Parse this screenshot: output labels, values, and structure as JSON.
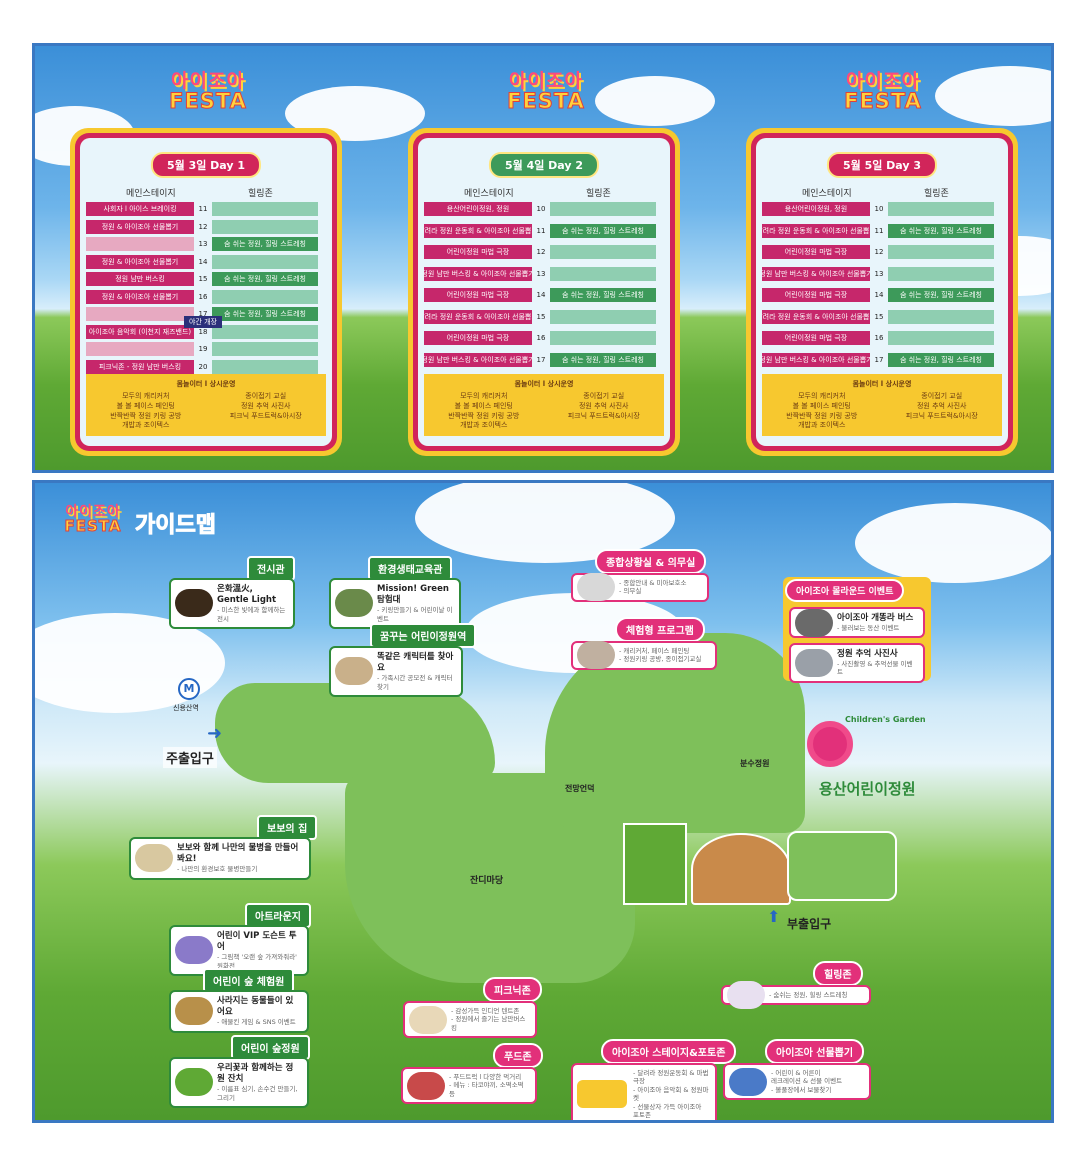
{
  "logo": {
    "line1": "아이조아",
    "line2": "FESTA"
  },
  "days": [
    {
      "title": "5월 3일 Day 1",
      "pill_color": "#d1255a",
      "col_left": "메인스테이지",
      "col_right": "힐링존",
      "rows": [
        {
          "left": "사회자 l 아이스 브레이킹",
          "hour": "11",
          "right": ""
        },
        {
          "left": "정원 & 아이조아 선물뽑기",
          "hour": "12",
          "right": ""
        },
        {
          "left": "",
          "hour": "13",
          "right": "숨 쉬는 정원, 힐링 스트레칭"
        },
        {
          "left": "정원 & 아이조아 선물뽑기",
          "hour": "14",
          "right": ""
        },
        {
          "left": "정원 남만 버스킹",
          "hour": "15",
          "right": "숨 쉬는 정원, 힐링 스트레칭"
        },
        {
          "left": "정원 & 아이조아 선물뽑기",
          "hour": "16",
          "right": ""
        },
        {
          "left": "",
          "hour": "17",
          "right": "숨 쉬는 정원, 힐링 스트레칭"
        },
        {
          "left": "아이조아 음악회 (이천지 재즈밴드)",
          "hour": "18",
          "right": ""
        },
        {
          "left": "",
          "hour": "19",
          "right": ""
        },
        {
          "left": "피크닉존 - 정원 남만 버스킹",
          "hour": "20",
          "right": ""
        }
      ],
      "night_badge": "야간 개장",
      "always_title": "몸놀이터 l 상시운영",
      "always_left": [
        "모두의 캐리커처",
        "볼 볼 페이스 페인팅",
        "반짝반짝 정원 키링 공방",
        "개밥과 조이텍스"
      ],
      "always_right": [
        "종이접기 교실",
        "정원 추억 사진사",
        "피크닉 푸드트럭&아시장"
      ]
    },
    {
      "title": "5월 4일 Day 2",
      "pill_color": "#3d9a5a",
      "col_left": "메인스테이지",
      "col_right": "힐링존",
      "rows": [
        {
          "left": "용산어린이정원, 정원",
          "hour": "10",
          "right": ""
        },
        {
          "left": "달려라 정원 운동회 & 아이조아 선물뽑기",
          "hour": "11",
          "right": "숨 쉬는 정원, 힐링 스트레칭"
        },
        {
          "left": "어린이정원 마법 극장",
          "hour": "12",
          "right": ""
        },
        {
          "left": "정원 남만 버스킹 & 아이조아 선물뽑기",
          "hour": "13",
          "right": ""
        },
        {
          "left": "어린이정원 마법 극장",
          "hour": "14",
          "right": "숨 쉬는 정원, 힐링 스트레칭"
        },
        {
          "left": "달려라 정원 운동회 & 아이조아 선물뽑기",
          "hour": "15",
          "right": ""
        },
        {
          "left": "어린이정원 마법 극장",
          "hour": "16",
          "right": ""
        },
        {
          "left": "정원 남만 버스킹 & 아이조아 선물뽑기",
          "hour": "17",
          "right": "숨 쉬는 정원, 힐링 스트레칭"
        }
      ],
      "always_title": "몸놀이터 l 상시운영",
      "always_left": [
        "모두의 캐리커처",
        "볼 볼 페이스 페인팅",
        "반짝반짝 정원 키링 공방",
        "개밥과 조이텍스"
      ],
      "always_right": [
        "종이접기 교실",
        "정원 추억 사진사",
        "피크닉 푸드트럭&아시장"
      ]
    },
    {
      "title": "5월 5일 Day 3",
      "pill_color": "#d1255a",
      "col_left": "메인스테이지",
      "col_right": "힐링존",
      "rows": [
        {
          "left": "용산어린이정원, 정원",
          "hour": "10",
          "right": ""
        },
        {
          "left": "달려라 정원 운동회 & 아이조아 선물뽑기",
          "hour": "11",
          "right": "숨 쉬는 정원, 힐링 스트레칭"
        },
        {
          "left": "어린이정원 마법 극장",
          "hour": "12",
          "right": ""
        },
        {
          "left": "정원 남만 버스킹 & 아이조아 선물뽑기",
          "hour": "13",
          "right": ""
        },
        {
          "left": "어린이정원 마법 극장",
          "hour": "14",
          "right": "숨 쉬는 정원, 힐링 스트레칭"
        },
        {
          "left": "달려라 정원 운동회 & 아이조아 선물뽑기",
          "hour": "15",
          "right": ""
        },
        {
          "left": "어린이정원 마법 극장",
          "hour": "16",
          "right": ""
        },
        {
          "left": "정원 남만 버스킹 & 아이조아 선물뽑기",
          "hour": "17",
          "right": "숨 쉬는 정원, 힐링 스트레칭"
        }
      ],
      "always_title": "몸놀이터 l 상시운영",
      "always_left": [
        "모두의 캐리커처",
        "볼 볼 페이스 페인팅",
        "반짝반짝 정원 키링 공방",
        "개밥과 조이텍스"
      ],
      "always_right": [
        "종이접기 교실",
        "정원 추억 사진사",
        "피크닉 푸드트럭&아시장"
      ]
    }
  ],
  "guide": {
    "title": "가이드맵",
    "main_entrance": "주출입구",
    "sub_entrance": "부출입구",
    "subway": "신용산역",
    "park_name": "용산어린이정원",
    "park_en": "Children's Garden",
    "places": {
      "lawn": "잔디마당",
      "fountain": "분수정원",
      "observatory": "전망언덕",
      "exhibition": "전시관",
      "eco_center": "환경생태교육관",
      "dream_station": "꿈꾸는 어린이정원역",
      "bobo_house": "보보의 집",
      "art_lounge": "아트라운지",
      "forest_exp": "어린이 숲 체험원",
      "forest_garden": "어린이 숲정원",
      "info_center": "종합상황실 & 의무실",
      "experience": "체험형 프로그램",
      "roundup": "아이조아 몰라운드 이벤트",
      "healing": "힐링존",
      "picnic": "피크닉존",
      "food": "푸드존",
      "stage": "아이조아 스테이지&포토존",
      "gift": "아이조아 선물뽑기"
    },
    "bubbles": {
      "exhibition": {
        "title": "온화溫火, Gentle Light",
        "sub": "- 미스한 빛에과 함께하는 전시"
      },
      "eco_center": {
        "title": "Mission! Green탐험대",
        "sub": "- 키링만들기 & 어린이날 이벤트"
      },
      "dream_station": {
        "title": "똑같은 캐릭터를 찾아요",
        "sub": "- 가족시간 공모전 & 캐릭터 찾기"
      },
      "bobo_house": {
        "title": "보보와 함께 나만의 물병을 만들어봐요!",
        "sub": "- 나만의 환경보호 물병만들기"
      },
      "art_lounge": {
        "title": "어린이 VIP 도슨트 투어",
        "sub": "- 그림책 '오랜 숲 가져와줘라' 원화전"
      },
      "forest_exp": {
        "title": "사라지는 동물들이 있어요",
        "sub": "- 애물킨 게임 & SNS 이벤트"
      },
      "forest_garden": {
        "title": "우리꽃과 함께하는 정원 잔치",
        "sub": "- 이름표 심기, 손수건 만들기, 그리기"
      },
      "info_center": {
        "lines": [
          "- 종합안내 & 미아보호소",
          "- 의무실"
        ]
      },
      "experience": {
        "lines": [
          "- 캐리커처, 페이스 페인팅",
          "- 정원키링 공방, 종이접기교실"
        ]
      },
      "roundup_bus": {
        "title": "아이조아 개똥라 버스",
        "sub": "- 불러보는 동산 이벤트"
      },
      "roundup_photo": {
        "title": "정원 추억 사진사",
        "sub": "- 사진촬영 & 추억선물 이벤트"
      },
      "picnic": {
        "lines": [
          "- 감성가득 인디언 텐트존",
          "- 정원에서 즐기는 남만버스킹"
        ]
      },
      "food": {
        "lines": [
          "- 푸드트럭 l 다양한 먹거리",
          "- 메뉴 : 타코야끼, 소떡소떡 등"
        ]
      },
      "healing": {
        "lines": [
          "- 숨쉬는 정원, 힐링 스트레칭"
        ]
      },
      "stage": {
        "lines": [
          "- 달려라 정원운동회 & 마법극장",
          "- 아이조아 음악회 & 정원마켓",
          "- 선물상자 가득 아이조아 포토존"
        ]
      },
      "gift": {
        "lines": [
          "- 어린이 & 어른이",
          "레크레이션 & 선물 이벤트",
          "- 볼풀장에서 보물찾기"
        ]
      }
    }
  },
  "colors": {
    "pink": "#d1255a",
    "green": "#3d9a5a",
    "yellow": "#f7c82f",
    "border": "#3a78c2"
  }
}
